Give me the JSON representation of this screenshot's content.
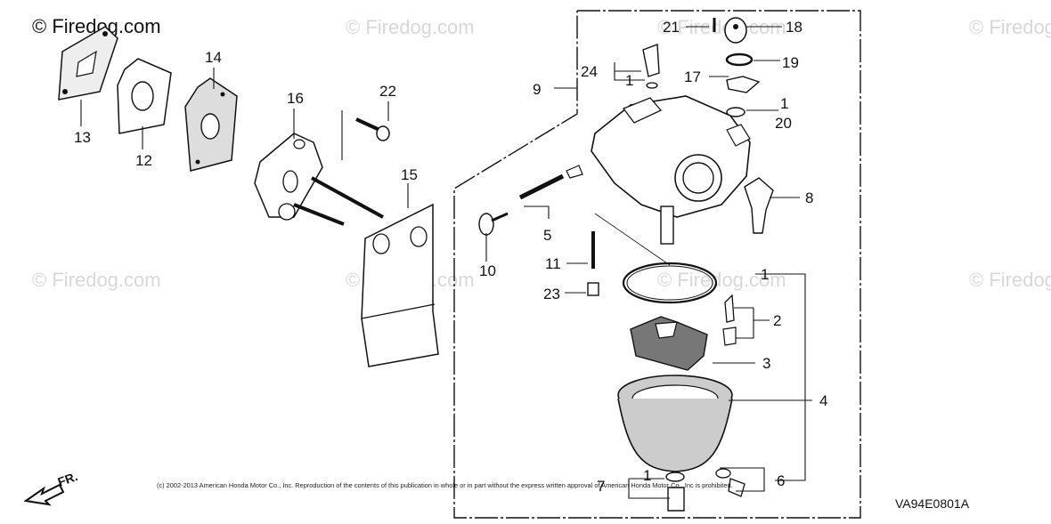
{
  "watermark": "© Firedog.com",
  "copyright": "(c) 2002-2013 American Honda Motor Co., Inc. Reproduction of the contents of this publication in whole or in part without the express written approval of American Honda Motor Co., Inc is prohibited.",
  "diagram_code": "VA94E0801A",
  "front_marker": "FR.",
  "part_labels": {
    "p1a": "1",
    "p1b": "1",
    "p1c": "1",
    "p1d": "1",
    "p2": "2",
    "p3": "3",
    "p4": "4",
    "p5": "5",
    "p6": "6",
    "p7": "7",
    "p8": "8",
    "p9": "9",
    "p10": "10",
    "p11": "11",
    "p12": "12",
    "p13": "13",
    "p14": "14",
    "p15": "15",
    "p16": "16",
    "p17": "17",
    "p18": "18",
    "p19": "19",
    "p20": "20",
    "p21": "21",
    "p22": "22",
    "p23": "23",
    "p24": "24"
  },
  "colors": {
    "line": "#111111",
    "watermark": "#d8d8d8",
    "paper": "#ffffff"
  }
}
